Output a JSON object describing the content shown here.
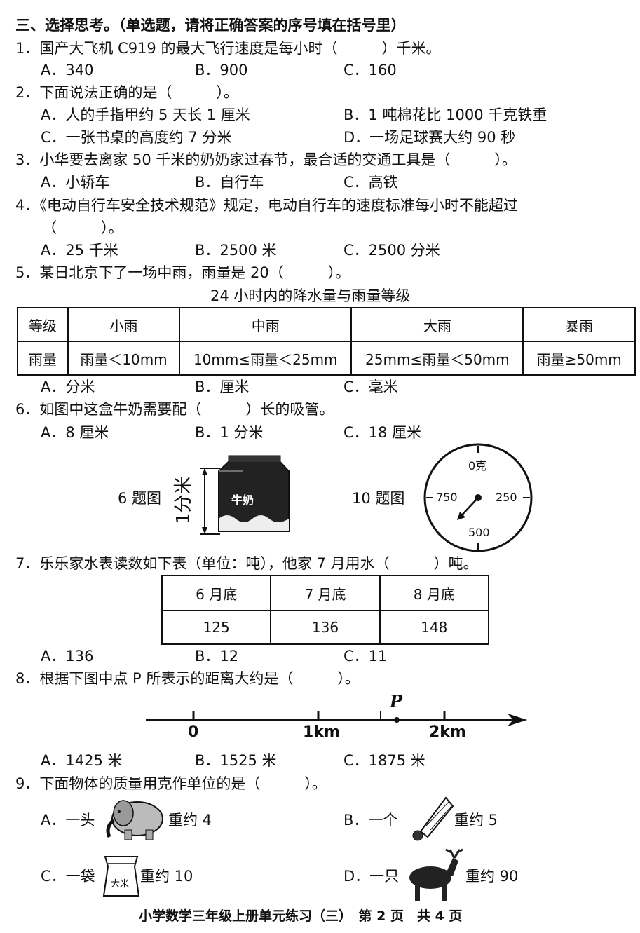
{
  "section_title": "三、选择思考。（单选题，请将正确答案的序号填在括号里）",
  "q1": {
    "stem": "1．国产大飞机 C919 的最大飞行速度是每小时（　　　）千米。",
    "opts": [
      "A．340",
      "B．900",
      "C．160"
    ]
  },
  "q2": {
    "stem": "2．下面说法正确的是（　　　）。",
    "opts": [
      "A．人的手指甲约 5 天长 1 厘米",
      "B．1 吨棉花比 1000 千克铁重",
      "C．一张书桌的高度约 7 分米",
      "D．一场足球赛大约 90 秒"
    ]
  },
  "q3": {
    "stem": "3．小华要去离家 50 千米的奶奶家过春节，最合适的交通工具是（　　　）。",
    "opts": [
      "A．小轿车",
      "B．自行车",
      "C．高铁"
    ]
  },
  "q4": {
    "stem": "4．《电动自行车安全技术规范》规定，电动自行车的速度标准每小时不能超过",
    "stem2": "（　　　）。",
    "opts": [
      "A．25 千米",
      "B．2500 米",
      "C．2500 分米"
    ]
  },
  "q5": {
    "stem": "5．某日北京下了一场中雨，雨量是 20（　　　）。",
    "table_title": "24 小时内的降水量与雨量等级",
    "table": {
      "header": [
        "等级",
        "小雨",
        "中雨",
        "大雨",
        "暴雨"
      ],
      "row": [
        "雨量",
        "雨量＜10mm",
        "10mm≤雨量＜25mm",
        "25mm≤雨量＜50mm",
        "雨量≥50mm"
      ]
    },
    "opts": [
      "A．分米",
      "B．厘米",
      "C．毫米"
    ]
  },
  "q6": {
    "stem": "6．如图中这盒牛奶需要配（　　　）长的吸管。",
    "opts": [
      "A．8 厘米",
      "B．1 分米",
      "C．18 厘米"
    ],
    "fig_label": "6 题图",
    "dim_label": "1分米",
    "box_label": "牛奶"
  },
  "q10fig": {
    "fig_label": "10 题图",
    "scale": [
      "0克",
      "250",
      "500",
      "750"
    ]
  },
  "q7": {
    "stem": "7．乐乐家水表读数如下表（单位：吨），他家 7 月用水（　　　）吨。",
    "table": {
      "header": [
        "6 月底",
        "7 月底",
        "8 月底"
      ],
      "row": [
        "125",
        "136",
        "148"
      ]
    },
    "opts": [
      "A．136",
      "B．12",
      "C．11"
    ]
  },
  "q8": {
    "stem": "8．根据下图中点 P 所表示的距离大约是（　　　）。",
    "point": "P",
    "ticks": [
      "0",
      "1km",
      "2km"
    ],
    "opts": [
      "A．1425 米",
      "B．1525 米",
      "C．1875 米"
    ]
  },
  "q9": {
    "stem": "9．下面物体的质量用克作单位的是（　　　）。",
    "a_pre": "A．一头",
    "a_post": "重约 4",
    "b_pre": "B．一个",
    "b_post": "重约 5",
    "c_pre": "C．一袋",
    "c_post": "重约 10",
    "c_bag": "大米",
    "d_pre": "D．一只",
    "d_post": "重约 90"
  },
  "footer": "小学数学三年级上册单元练习（三）　第 2 页　共 4 页"
}
